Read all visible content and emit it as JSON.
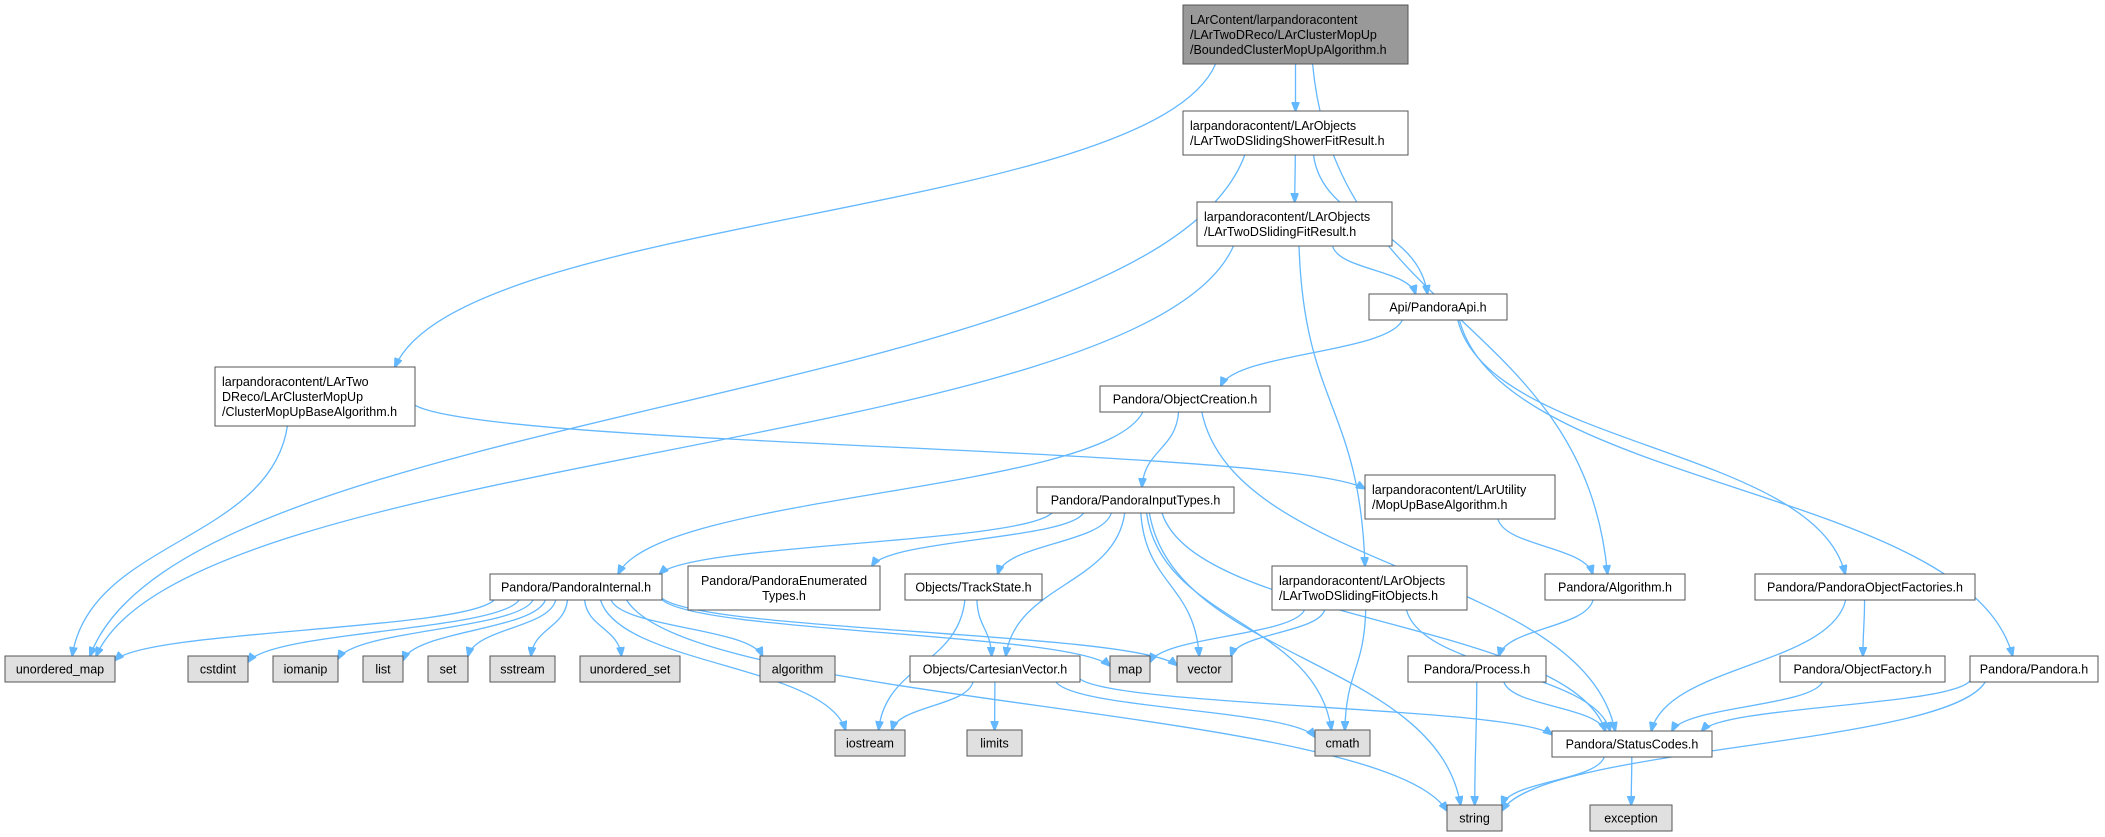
{
  "graph": {
    "colors": {
      "root_fill": "#999999",
      "node_fill": "#ffffff",
      "external_fill": "#e0e0e0",
      "external_stroke": "#999999",
      "node_stroke": "#555555",
      "edge": "#63b8ff"
    },
    "nodes": {
      "root": {
        "lines": [
          "LArContent/larpandoracontent",
          "/LArTwoDReco/LArClusterMopUp",
          "/BoundedClusterMopUpAlgorithm.h"
        ],
        "kind": "root"
      },
      "shower_fit": {
        "lines": [
          "larpandoracontent/LArObjects",
          "/LArTwoDSlidingShowerFitResult.h"
        ],
        "kind": "node"
      },
      "sliding_fit": {
        "lines": [
          "larpandoracontent/LArObjects",
          "/LArTwoDSlidingFitResult.h"
        ],
        "kind": "node"
      },
      "pandora_api": {
        "lines": [
          "Api/PandoraApi.h"
        ],
        "kind": "node"
      },
      "cluster_mopup_base": {
        "lines": [
          "larpandoracontent/LArTwo",
          "DReco/LArClusterMopUp",
          "/ClusterMopUpBaseAlgorithm.h"
        ],
        "kind": "node"
      },
      "object_creation": {
        "lines": [
          "Pandora/ObjectCreation.h"
        ],
        "kind": "node"
      },
      "mopup_base": {
        "lines": [
          "larpandoracontent/LArUtility",
          "/MopUpBaseAlgorithm.h"
        ],
        "kind": "node"
      },
      "input_types": {
        "lines": [
          "Pandora/PandoraInputTypes.h"
        ],
        "kind": "node"
      },
      "pandora_internal": {
        "lines": [
          "Pandora/PandoraInternal.h"
        ],
        "kind": "node"
      },
      "enumerated_types": {
        "lines": [
          "Pandora/PandoraEnumerated",
          "Types.h"
        ],
        "kind": "node"
      },
      "track_state": {
        "lines": [
          "Objects/TrackState.h"
        ],
        "kind": "node"
      },
      "sliding_fit_objects": {
        "lines": [
          "larpandoracontent/LArObjects",
          "/LArTwoDSlidingFitObjects.h"
        ],
        "kind": "node"
      },
      "algorithm": {
        "lines": [
          "Pandora/Algorithm.h"
        ],
        "kind": "node"
      },
      "object_factories": {
        "lines": [
          "Pandora/PandoraObjectFactories.h"
        ],
        "kind": "node"
      },
      "cartesian_vector": {
        "lines": [
          "Objects/CartesianVector.h"
        ],
        "kind": "node"
      },
      "process": {
        "lines": [
          "Pandora/Process.h"
        ],
        "kind": "node"
      },
      "object_factory": {
        "lines": [
          "Pandora/ObjectFactory.h"
        ],
        "kind": "node"
      },
      "pandora": {
        "lines": [
          "Pandora/Pandora.h"
        ],
        "kind": "node"
      },
      "status_codes": {
        "lines": [
          "Pandora/StatusCodes.h"
        ],
        "kind": "node"
      },
      "unordered_map": {
        "lines": [
          "unordered_map"
        ],
        "kind": "external"
      },
      "cstdint": {
        "lines": [
          "cstdint"
        ],
        "kind": "external"
      },
      "iomanip": {
        "lines": [
          "iomanip"
        ],
        "kind": "external"
      },
      "list": {
        "lines": [
          "list"
        ],
        "kind": "external"
      },
      "set": {
        "lines": [
          "set"
        ],
        "kind": "external"
      },
      "sstream": {
        "lines": [
          "sstream"
        ],
        "kind": "external"
      },
      "unordered_set": {
        "lines": [
          "unordered_set"
        ],
        "kind": "external"
      },
      "algorithm_std": {
        "lines": [
          "algorithm"
        ],
        "kind": "external"
      },
      "map": {
        "lines": [
          "map"
        ],
        "kind": "external"
      },
      "vector": {
        "lines": [
          "vector"
        ],
        "kind": "external"
      },
      "iostream": {
        "lines": [
          "iostream"
        ],
        "kind": "external"
      },
      "limits": {
        "lines": [
          "limits"
        ],
        "kind": "external"
      },
      "cmath": {
        "lines": [
          "cmath"
        ],
        "kind": "external"
      },
      "string": {
        "lines": [
          "string"
        ],
        "kind": "external"
      },
      "exception": {
        "lines": [
          "exception"
        ],
        "kind": "external"
      }
    },
    "edges": [
      [
        "root",
        "shower_fit"
      ],
      [
        "root",
        "cluster_mopup_base"
      ],
      [
        "root",
        "algorithm"
      ],
      [
        "shower_fit",
        "sliding_fit"
      ],
      [
        "shower_fit",
        "pandora_api"
      ],
      [
        "shower_fit",
        "unordered_map"
      ],
      [
        "sliding_fit",
        "pandora_api"
      ],
      [
        "sliding_fit",
        "sliding_fit_objects"
      ],
      [
        "sliding_fit",
        "unordered_map"
      ],
      [
        "pandora_api",
        "object_creation"
      ],
      [
        "pandora_api",
        "object_factories"
      ],
      [
        "pandora_api",
        "pandora"
      ],
      [
        "cluster_mopup_base",
        "mopup_base"
      ],
      [
        "cluster_mopup_base",
        "unordered_map"
      ],
      [
        "object_creation",
        "input_types"
      ],
      [
        "object_creation",
        "pandora_internal"
      ],
      [
        "object_creation",
        "status_codes"
      ],
      [
        "mopup_base",
        "algorithm"
      ],
      [
        "input_types",
        "pandora_internal"
      ],
      [
        "input_types",
        "enumerated_types"
      ],
      [
        "input_types",
        "track_state"
      ],
      [
        "input_types",
        "cartesian_vector"
      ],
      [
        "input_types",
        "vector"
      ],
      [
        "input_types",
        "cmath"
      ],
      [
        "input_types",
        "string"
      ],
      [
        "input_types",
        "status_codes"
      ],
      [
        "pandora_internal",
        "unordered_map"
      ],
      [
        "pandora_internal",
        "cstdint"
      ],
      [
        "pandora_internal",
        "iomanip"
      ],
      [
        "pandora_internal",
        "list"
      ],
      [
        "pandora_internal",
        "set"
      ],
      [
        "pandora_internal",
        "sstream"
      ],
      [
        "pandora_internal",
        "unordered_set"
      ],
      [
        "pandora_internal",
        "algorithm_std"
      ],
      [
        "pandora_internal",
        "map"
      ],
      [
        "pandora_internal",
        "vector"
      ],
      [
        "pandora_internal",
        "iostream"
      ],
      [
        "pandora_internal",
        "string"
      ],
      [
        "track_state",
        "cartesian_vector"
      ],
      [
        "track_state",
        "iostream"
      ],
      [
        "sliding_fit_objects",
        "map"
      ],
      [
        "sliding_fit_objects",
        "vector"
      ],
      [
        "sliding_fit_objects",
        "cmath"
      ],
      [
        "sliding_fit_objects",
        "status_codes"
      ],
      [
        "algorithm",
        "process"
      ],
      [
        "object_factories",
        "object_factory"
      ],
      [
        "object_factories",
        "status_codes"
      ],
      [
        "cartesian_vector",
        "iostream"
      ],
      [
        "cartesian_vector",
        "limits"
      ],
      [
        "cartesian_vector",
        "cmath"
      ],
      [
        "cartesian_vector",
        "status_codes"
      ],
      [
        "process",
        "status_codes"
      ],
      [
        "process",
        "string"
      ],
      [
        "object_factory",
        "status_codes"
      ],
      [
        "pandora",
        "status_codes"
      ],
      [
        "pandora",
        "string"
      ],
      [
        "status_codes",
        "string"
      ],
      [
        "status_codes",
        "exception"
      ]
    ]
  }
}
